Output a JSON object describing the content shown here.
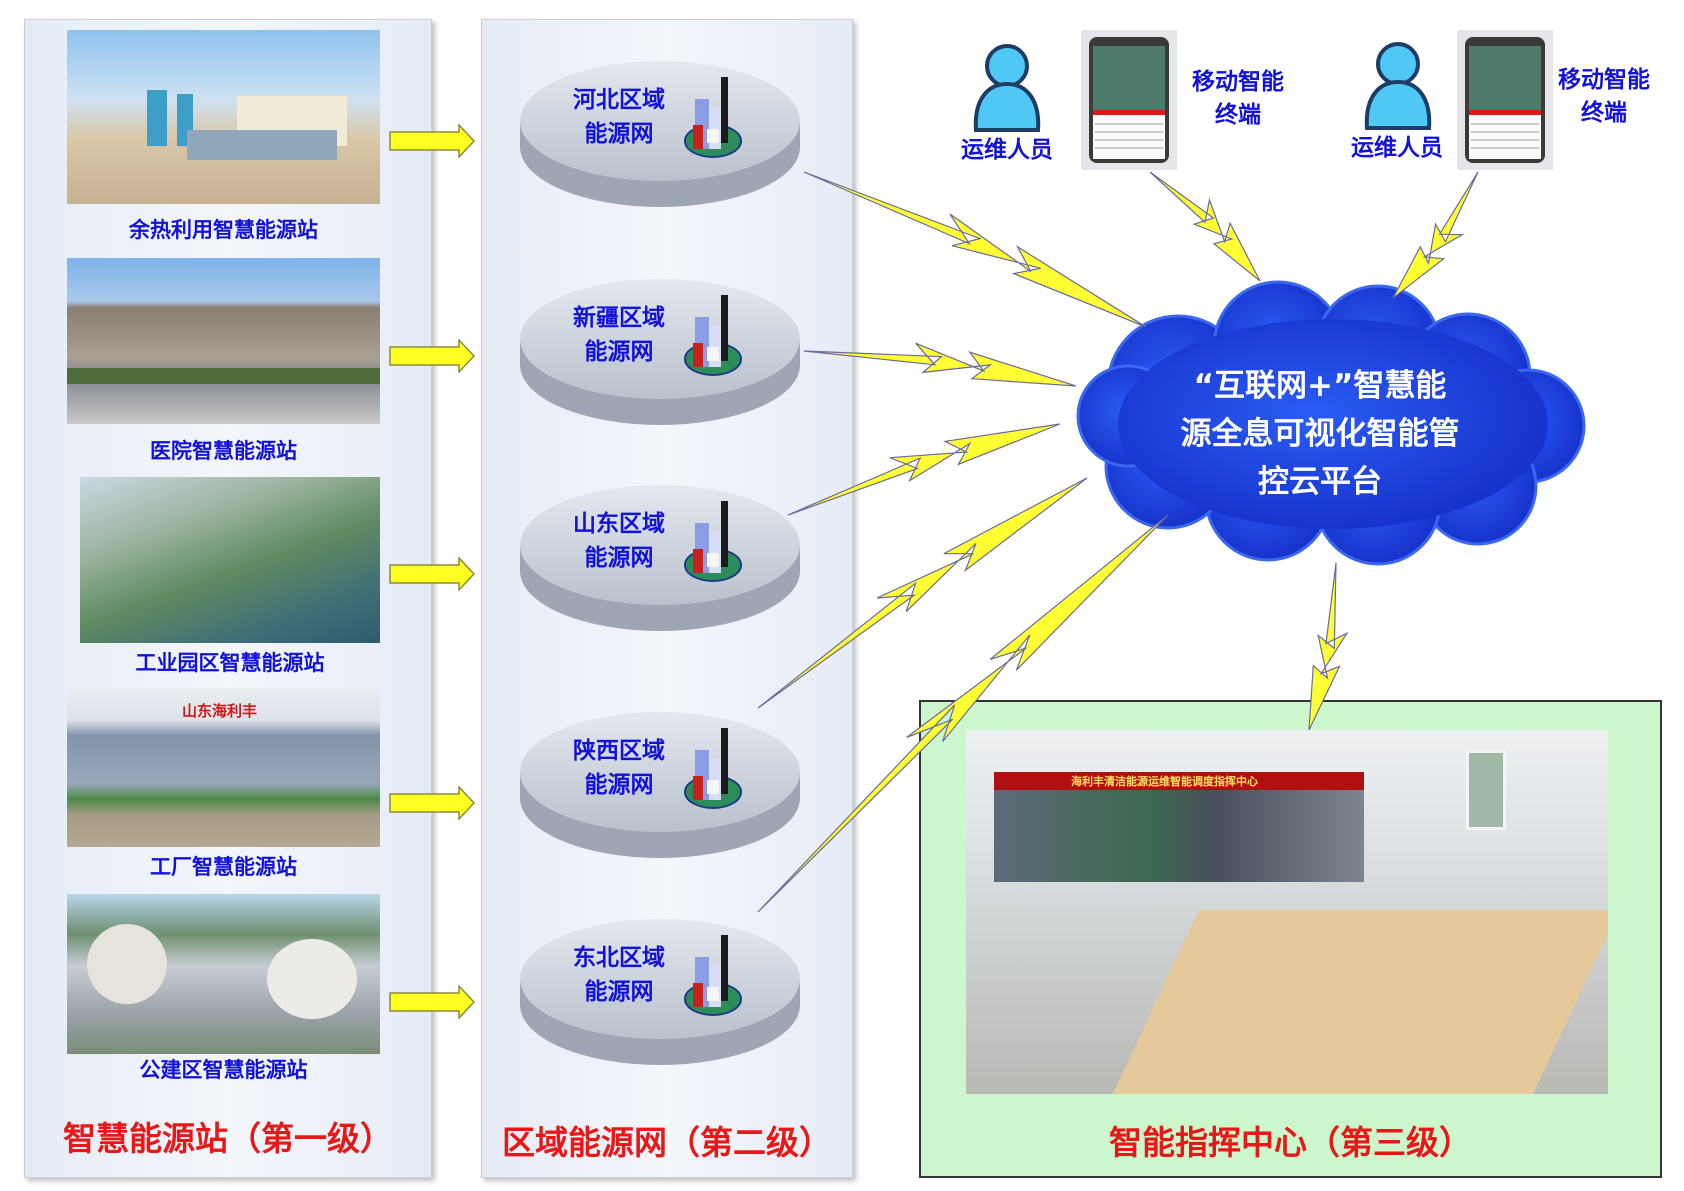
{
  "tier1": {
    "title": "智慧能源站（第一级）",
    "stations": [
      {
        "label": "余热利用智慧能源站"
      },
      {
        "label": "医院智慧能源站"
      },
      {
        "label": "工业园区智慧能源站"
      },
      {
        "label": "工厂智慧能源站",
        "sign_text": "山东海利丰"
      },
      {
        "label": "公建区智慧能源站"
      }
    ]
  },
  "tier2": {
    "title": "区域能源网（第二级）",
    "networks": [
      {
        "line1": "河北区域",
        "line2": "能源网"
      },
      {
        "line1": "新疆区域",
        "line2": "能源网"
      },
      {
        "line1": "山东区域",
        "line2": "能源网"
      },
      {
        "line1": "陕西区域",
        "line2": "能源网"
      },
      {
        "line1": "东北区域",
        "line2": "能源网"
      }
    ]
  },
  "cloud": {
    "line1": "“互联网+”智慧能",
    "line2": "源全息可视化智能管",
    "line3": "控云平台"
  },
  "mobile": [
    {
      "person": "运维人员",
      "terminal_line1": "移动智能",
      "terminal_line2": "终端"
    },
    {
      "person": "运维人员",
      "terminal_line1": "移动智能",
      "terminal_line2": "终端"
    }
  ],
  "tier3": {
    "title": "智能指挥中心（第三级）",
    "banner": "海利丰清洁能源运维智能调度指挥中心"
  },
  "colors": {
    "label_blue": "#1212d8",
    "tier_red": "#e81818",
    "bolt": "#ffff33",
    "cloud": "#1a3fe0",
    "green_box": "#ccf6cc"
  }
}
